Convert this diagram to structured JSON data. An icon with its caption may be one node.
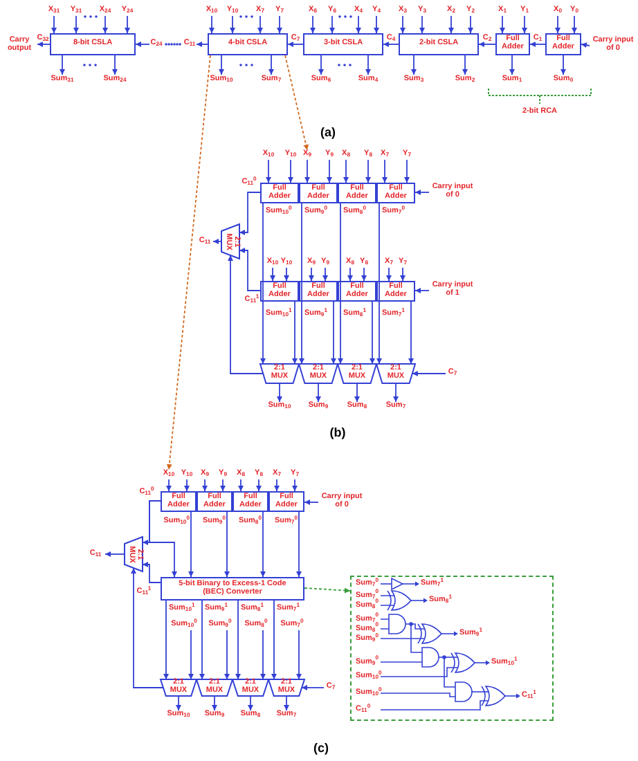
{
  "diagram": {
    "nodes": [
      {
        "text": [
          "8-bit CSLA"
        ]
      },
      {
        "text": [
          "4-bit CSLA"
        ]
      },
      {
        "text": [
          "3-bit CSLA"
        ]
      },
      {
        "text": [
          "2-bit CSLA"
        ]
      },
      {
        "text": [
          "Full Adder"
        ]
      },
      {
        "text": [
          "Full Adder"
        ]
      },
      {
        "text": [
          "Carry output"
        ]
      },
      {
        "text": [
          "Carry input of 0"
        ]
      },
      {
        "text": [
          "X$_{31}$"
        ]
      },
      {
        "text": [
          "Y$_{31}$"
        ]
      },
      {
        "text": [
          "X$_{24}$"
        ]
      },
      {
        "text": [
          "Y$_{24}$"
        ]
      },
      {
        "text": [
          "X$_{10}$"
        ]
      },
      {
        "text": [
          "Y$_{10}$"
        ]
      },
      {
        "text": [
          "X$_{7}$"
        ]
      },
      {
        "text": [
          "Y$_{7}$"
        ]
      },
      {
        "text": [
          "X$_{6}$"
        ]
      },
      {
        "text": [
          "Y$_{6}$"
        ]
      },
      {
        "text": [
          "X$_{4}$"
        ]
      },
      {
        "text": [
          "Y$_{4}$"
        ]
      },
      {
        "text": [
          "X$_{3}$"
        ]
      },
      {
        "text": [
          "Y$_{3}$"
        ]
      },
      {
        "text": [
          "X$_{2}$"
        ]
      },
      {
        "text": [
          "Y$_{2}$"
        ]
      },
      {
        "text": [
          "X$_{1}$"
        ]
      },
      {
        "text": [
          "Y$_{1}$"
        ]
      },
      {
        "text": [
          "X$_{0}$"
        ]
      },
      {
        "text": [
          "Y$_{0}$"
        ]
      },
      {
        "text": [
          "C$_{24}$"
        ]
      },
      {
        "text": [
          "C$_{11}$"
        ]
      },
      {
        "text": [
          "Sum$_{31}$"
        ]
      },
      {
        "text": [
          "Sum$_{24}$"
        ]
      },
      {
        "text": [
          "Sum$_{10}$"
        ]
      },
      {
        "text": [
          "Sum$_{7}$"
        ]
      },
      {
        "text": [
          "Sum$_{6}$"
        ]
      },
      {
        "text": [
          "Sum$_{4}$"
        ]
      },
      {
        "text": [
          "Sum$_{3}$"
        ]
      },
      {
        "text": [
          "Sum$_{2}$"
        ]
      },
      {
        "text": [
          "Sum$_{1}$"
        ]
      },
      {
        "text": [
          "Sum$_{0}$"
        ]
      },
      {
        "text": [
          "Full Adder"
        ]
      },
      {
        "text": [
          "Full Adder"
        ]
      },
      {
        "text": [
          "Full Adder"
        ]
      },
      {
        "text": [
          "Full Adder"
        ]
      },
      {
        "text": [
          "2:1 MUX"
        ]
      },
      {
        "text": [
          "Full Adder"
        ]
      },
      {
        "text": [
          "Full Adder"
        ]
      },
      {
        "text": [
          "Full Adder"
        ]
      },
      {
        "text": [
          "Full Adder"
        ]
      },
      {
        "text": [
          "2:1 MUX"
        ]
      },
      {
        "text": [
          "2:1 MUX"
        ]
      },
      {
        "text": [
          "2:1 MUX"
        ]
      },
      {
        "text": [
          "2:1 MUX"
        ]
      },
      {
        "text": [
          "Carry input of 0"
        ]
      },
      {
        "text": [
          "Carry input of 1"
        ]
      },
      {
        "text": [
          "X$_{10}$"
        ]
      },
      {
        "text": [
          "Y$_{10}$"
        ]
      },
      {
        "text": [
          "X$_{9}$"
        ]
      },
      {
        "text": [
          "Y$_{9}$"
        ]
      },
      {
        "text": [
          "X$_{8}$"
        ]
      },
      {
        "text": [
          "Y$_{8}$"
        ]
      },
      {
        "text": [
          "X$_{7}$"
        ]
      },
      {
        "text": [
          "Y$_{7}$"
        ]
      },
      {
        "text": [
          "X$_{10}$"
        ]
      },
      {
        "text": [
          "Y$_{10}$"
        ]
      },
      {
        "text": [
          "X$_{9}$"
        ]
      },
      {
        "text": [
          "Y$_{9}$"
        ]
      },
      {
        "text": [
          "X$_{8}$"
        ]
      },
      {
        "text": [
          "Y$_{8}$"
        ]
      },
      {
        "text": [
          "X$_{7}$"
        ]
      },
      {
        "text": [
          "Y$_{7}$"
        ]
      },
      {
        "text": [
          "C$_{11}$"
        ]
      },
      {
        "text": [
          "C$_{7}$"
        ]
      },
      {
        "text": [
          "Sum$_{10}$"
        ]
      },
      {
        "text": [
          "Sum$_{9}$"
        ]
      },
      {
        "text": [
          "Sum$_{8}$"
        ]
      },
      {
        "text": [
          "Sum$_{7}$"
        ]
      },
      {
        "text": [
          "Full Adder"
        ]
      },
      {
        "text": [
          "Full Adder"
        ]
      },
      {
        "text": [
          "Full Adder"
        ]
      },
      {
        "text": [
          "Full Adder"
        ]
      },
      {
        "text": [
          "2:1 MUX"
        ]
      },
      {
        "text": [
          "5-bit Binary to Excess-1 Code (BEC) Converter"
        ]
      },
      {
        "text": [
          "2:1 MUX"
        ]
      },
      {
        "text": [
          "2:1 MUX"
        ]
      },
      {
        "text": [
          "2:1 MUX"
        ]
      },
      {
        "text": [
          "2:1 MUX"
        ]
      },
      {
        "text": [
          "Carry input of 0"
        ]
      },
      {
        "text": [],
        "shape": "box"
      },
      {
        "text": [
          "X$_{10}$"
        ]
      },
      {
        "text": [
          "Y$_{10}$"
        ]
      },
      {
        "text": [
          "X$_{9}$"
        ]
      },
      {
        "text": [
          "Y$_{9}$"
        ]
      },
      {
        "text": [
          "X$_{8}$"
        ]
      },
      {
        "text": [
          "Y$_{8}$"
        ]
      },
      {
        "text": [
          "X$_{7}$"
        ]
      },
      {
        "text": [
          "Y$_{7}$"
        ]
      },
      {
        "text": [
          "C$_{11}$"
        ]
      },
      {
        "text": [
          "Sum$_{10}$$^{0}$"
        ]
      },
      {
        "text": [
          "Sum$_{9}$$^{0}$"
        ]
      },
      {
        "text": [
          "Sum$_{8}$$^{0}$"
        ]
      },
      {
        "text": [
          "Sum$_{7}$$^{0}$"
        ]
      },
      {
        "text": [
          "C$_{7}$"
        ]
      },
      {
        "text": [
          "Sum$_{10}$"
        ]
      },
      {
        "text": [
          "Sum$_{9}$"
        ]
      },
      {
        "text": [
          "Sum$_{8}$"
        ]
      },
      {
        "text": [
          "Sum$_{7}$"
        ]
      }
    ],
    "edges": [
      {
        "from": 1,
        "to": 29,
        "arrow": "to"
      },
      {
        "from": 28,
        "to": 0,
        "arrow": "to"
      },
      {
        "from": 0,
        "to": 6,
        "arrow": "to",
        "label": "C$_{32}$"
      },
      {
        "from": 2,
        "to": 1,
        "arrow": "to",
        "label": "C$_{7}$"
      },
      {
        "from": 3,
        "to": 2,
        "arrow": "to",
        "label": "C$_{4}$"
      },
      {
        "from": 4,
        "to": 3,
        "arrow": "to",
        "label": "C$_{2}$"
      },
      {
        "from": 5,
        "to": 4,
        "arrow": "to",
        "label": "C$_{1}$"
      },
      {
        "from": 7,
        "to": 5,
        "arrow": "to"
      },
      {
        "from": 8,
        "to": 0,
        "arrow": "to"
      },
      {
        "from": 9,
        "to": 0,
        "arrow": "to"
      },
      {
        "from": 10,
        "to": 0,
        "arrow": "to"
      },
      {
        "from": 11,
        "to": 0,
        "arrow": "to"
      },
      {
        "from": 12,
        "to": 1,
        "arrow": "to"
      },
      {
        "from": 13,
        "to": 1,
        "arrow": "to"
      },
      {
        "from": 14,
        "to": 1,
        "arrow": "to"
      },
      {
        "from": 15,
        "to": 1,
        "arrow": "to"
      },
      {
        "from": 16,
        "to": 2,
        "arrow": "to"
      },
      {
        "from": 17,
        "to": 2,
        "arrow": "to"
      },
      {
        "from": 18,
        "to": 2,
        "arrow": "to"
      },
      {
        "from": 19,
        "to": 2,
        "arrow": "to"
      },
      {
        "from": 20,
        "to": 3,
        "arrow": "to"
      },
      {
        "from": 21,
        "to": 3,
        "arrow": "to"
      },
      {
        "from": 22,
        "to": 3,
        "arrow": "to"
      },
      {
        "from": 23,
        "to": 3,
        "arrow": "to"
      },
      {
        "from": 24,
        "to": 4,
        "arrow": "to"
      },
      {
        "from": 25,
        "to": 4,
        "arrow": "to"
      },
      {
        "from": 26,
        "to": 5,
        "arrow": "to"
      },
      {
        "from": 27,
        "to": 5,
        "arrow": "to"
      },
      {
        "from": 0,
        "to": 30,
        "arrow": "to"
      },
      {
        "from": 0,
        "to": 31,
        "arrow": "to"
      },
      {
        "from": 1,
        "to": 32,
        "arrow": "to"
      },
      {
        "from": 1,
        "to": 33,
        "arrow": "to"
      },
      {
        "from": 2,
        "to": 34,
        "arrow": "to"
      },
      {
        "from": 2,
        "to": 35,
        "arrow": "to"
      },
      {
        "from": 3,
        "to": 36,
        "arrow": "to"
      },
      {
        "from": 3,
        "to": 37,
        "arrow": "to"
      },
      {
        "from": 4,
        "to": 38,
        "arrow": "to"
      },
      {
        "from": 5,
        "to": 39,
        "arrow": "to"
      },
      {
        "from": 1,
        "to": 89,
        "arrow": "to",
        "style": "dashed",
        "color": "#d2691e"
      },
      {
        "from": 1,
        "to": 57,
        "arrow": "to",
        "style": "dashed",
        "color": "#d2691e"
      },
      {
        "from": 55,
        "to": 40,
        "arrow": "to"
      },
      {
        "from": 56,
        "to": 40,
        "arrow": "to"
      },
      {
        "from": 57,
        "to": 41,
        "arrow": "to"
      },
      {
        "from": 58,
        "to": 41,
        "arrow": "to"
      },
      {
        "from": 59,
        "to": 42,
        "arrow": "to"
      },
      {
        "from": 60,
        "to": 42,
        "arrow": "to"
      },
      {
        "from": 61,
        "to": 43,
        "arrow": "to"
      },
      {
        "from": 62,
        "to": 43,
        "arrow": "to"
      },
      {
        "from": 63,
        "to": 45,
        "arrow": "to"
      },
      {
        "from": 64,
        "to": 45,
        "arrow": "to"
      },
      {
        "from": 65,
        "to": 46,
        "arrow": "to"
      },
      {
        "from": 66,
        "to": 46,
        "arrow": "to"
      },
      {
        "from": 67,
        "to": 47,
        "arrow": "to"
      },
      {
        "from": 68,
        "to": 47,
        "arrow": "to"
      },
      {
        "from": 69,
        "to": 48,
        "arrow": "to"
      },
      {
        "from": 70,
        "to": 48,
        "arrow": "to"
      },
      {
        "from": 53,
        "to": 43,
        "arrow": "to"
      },
      {
        "from": 54,
        "to": 48,
        "arrow": "to"
      },
      {
        "from": 40,
        "to": 49,
        "arrow": "to",
        "label": "Sum$_{10}$$^{0}$"
      },
      {
        "from": 41,
        "to": 50,
        "arrow": "to",
        "label": "Sum$_{9}$$^{0}$"
      },
      {
        "from": 42,
        "to": 51,
        "arrow": "to",
        "label": "Sum$_{8}$$^{0}$"
      },
      {
        "from": 43,
        "to": 52,
        "arrow": "to",
        "label": "Sum$_{7}$$^{0}$"
      },
      {
        "from": 45,
        "to": 49,
        "arrow": "to",
        "label": "Sum$_{10}$$^{1}$"
      },
      {
        "from": 46,
        "to": 50,
        "arrow": "to",
        "label": "Sum$_{9}$$^{1}$"
      },
      {
        "from": 47,
        "to": 51,
        "arrow": "to",
        "label": "Sum$_{8}$$^{1}$"
      },
      {
        "from": 48,
        "to": 52,
        "arrow": "to",
        "label": "Sum$_{7}$$^{1}$"
      },
      {
        "from": 40,
        "to": 44,
        "arrow": "to",
        "label": "C$_{11}$$^{0}$"
      },
      {
        "from": 45,
        "to": 44,
        "arrow": "to",
        "label": "C$_{11}$$^{1}$"
      },
      {
        "from": 44,
        "to": 71,
        "arrow": "to"
      },
      {
        "from": 72,
        "to": 52,
        "arrow": "to"
      },
      {
        "from": 49,
        "to": 44,
        "arrow": "to"
      },
      {
        "from": 49,
        "to": 73,
        "arrow": "to"
      },
      {
        "from": 50,
        "to": 74,
        "arrow": "to"
      },
      {
        "from": 51,
        "to": 75,
        "arrow": "to"
      },
      {
        "from": 52,
        "to": 76,
        "arrow": "to"
      },
      {
        "from": 89,
        "to": 77,
        "arrow": "to"
      },
      {
        "from": 90,
        "to": 77,
        "arrow": "to"
      },
      {
        "from": 91,
        "to": 78,
        "arrow": "to"
      },
      {
        "from": 92,
        "to": 78,
        "arrow": "to"
      },
      {
        "from": 93,
        "to": 79,
        "arrow": "to"
      },
      {
        "from": 94,
        "to": 79,
        "arrow": "to"
      },
      {
        "from": 95,
        "to": 80,
        "arrow": "to"
      },
      {
        "from": 96,
        "to": 80,
        "arrow": "to"
      },
      {
        "from": 87,
        "to": 80,
        "arrow": "to"
      },
      {
        "from": 77,
        "to": 82,
        "arrow": "to",
        "label": "Sum$_{10}$$^{0}$"
      },
      {
        "from": 78,
        "to": 82,
        "arrow": "to",
        "label": "Sum$_{9}$$^{0}$"
      },
      {
        "from": 79,
        "to": 82,
        "arrow": "to",
        "label": "Sum$_{8}$$^{0}$"
      },
      {
        "from": 80,
        "to": 82,
        "arrow": "to",
        "label": "Sum$_{7}$$^{0}$"
      },
      {
        "from": 77,
        "to": 81,
        "arrow": "to",
        "label": "C$_{11}$$^{0}$"
      },
      {
        "from": 77,
        "to": 82,
        "arrow": "to"
      },
      {
        "from": 82,
        "to": 81,
        "arrow": "to",
        "label": "C$_{11}$$^{1}$"
      },
      {
        "from": 81,
        "to": 97,
        "arrow": "to"
      },
      {
        "from": 82,
        "to": 83,
        "arrow": "to",
        "label": "Sum$_{10}$$^{1}$"
      },
      {
        "from": 82,
        "to": 84,
        "arrow": "to",
        "label": "Sum$_{9}$$^{1}$"
      },
      {
        "from": 82,
        "to": 85,
        "arrow": "to",
        "label": "Sum$_{8}$$^{1}$"
      },
      {
        "from": 82,
        "to": 86,
        "arrow": "to",
        "label": "Sum$_{7}$$^{1}$"
      },
      {
        "from": 98,
        "to": 83,
        "arrow": "to"
      },
      {
        "from": 99,
        "to": 84,
        "arrow": "to"
      },
      {
        "from": 100,
        "to": 85,
        "arrow": "to"
      },
      {
        "from": 101,
        "to": 86,
        "arrow": "to"
      },
      {
        "from": 102,
        "to": 86,
        "arrow": "to"
      },
      {
        "from": 83,
        "to": 81,
        "arrow": "to"
      },
      {
        "from": 83,
        "to": 103,
        "arrow": "to"
      },
      {
        "from": 84,
        "to": 104,
        "arrow": "to"
      },
      {
        "from": 85,
        "to": 105,
        "arrow": "to"
      },
      {
        "from": 86,
        "to": 106,
        "arrow": "to"
      },
      {
        "from": 82,
        "to": 88,
        "arrow": "to",
        "style": "dashed",
        "color": "#3a9d3a"
      }
    ],
    "labels": [
      "2-bit RCA",
      "(a)",
      "(b)",
      "(c)",
      "Sum$_{7}$$^{0}$",
      "Sum$_{7}$$^{1}$",
      "Sum$_{7}$$^{0}$",
      "Sum$_{8}$$^{0}$",
      "Sum$_{8}$$^{1}$",
      "Sum$_{7}$$^{0}$",
      "Sum$_{8}$$^{0}$",
      "Sum$_{9}$$^{1}$",
      "Sum$_{9}$$^{0}$",
      "Sum$_{9}$$^{0}$",
      "Sum$_{10}$$^{1}$",
      "Sum$_{10}$$^{0}$",
      "Sum$_{10}$$^{0}$",
      "C$_{11}$$^{1}$",
      "C$_{11}$$^{0}$"
    ]
  }
}
